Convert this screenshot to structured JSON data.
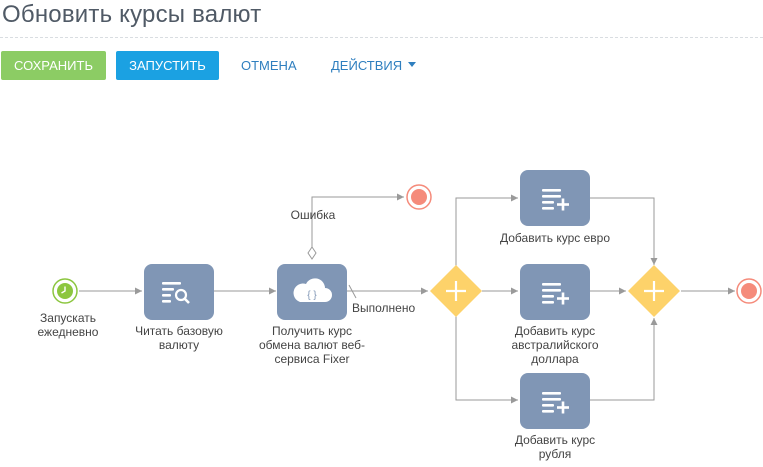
{
  "page": {
    "title": "Обновить курсы валют"
  },
  "toolbar": {
    "save_label": "СОХРАНИТЬ",
    "run_label": "ЗАПУСТИТЬ",
    "cancel_label": "ОТМЕНА",
    "actions_label": "ДЕЙСТВИЯ"
  },
  "colors": {
    "save": "#8ccc64",
    "run": "#1ba1e2",
    "task": "#8096b5",
    "gateway": "#fdd26a",
    "start": "#8cc63f",
    "end": "#f58b7b",
    "flow": "#9a9a9a"
  },
  "diagram": {
    "start": {
      "label": "Запускать ежедневно",
      "icon": "clock-icon"
    },
    "read_task": {
      "label": "Читать базовую валюту",
      "icon": "read-data-icon"
    },
    "web_task": {
      "label": "Получить курс обмена валют веб-сервиса Fixer",
      "icon": "cloud-web-service-icon"
    },
    "error_flow": {
      "label": "Ошибка"
    },
    "done_flow": {
      "label": "Выполнено"
    },
    "add_euro": {
      "label": "Добавить курс евро",
      "icon": "add-data-icon"
    },
    "add_aud": {
      "label": "Добавить курс австралийского доллара",
      "icon": "add-data-icon"
    },
    "add_rub": {
      "label": "Добавить курс рубля",
      "icon": "add-data-icon"
    }
  }
}
